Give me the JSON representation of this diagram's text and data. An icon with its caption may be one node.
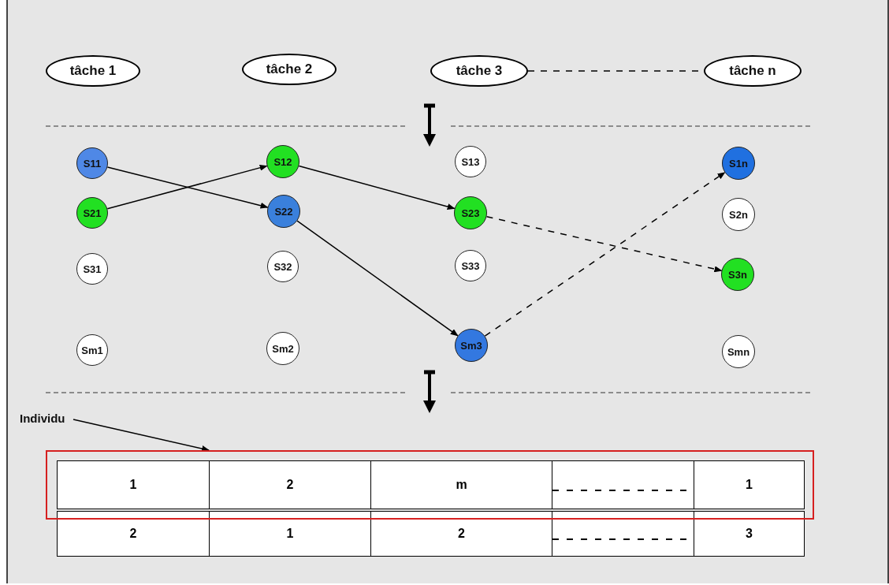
{
  "diagram": {
    "nodes": [
      {
        "text": [
          "tâche 1"
        ]
      },
      {
        "text": [
          "tâche 2"
        ]
      },
      {
        "text": [
          "tâche 3"
        ]
      },
      {
        "text": [
          "tâche n"
        ]
      },
      {
        "text": [
          "S11"
        ]
      },
      {
        "text": [
          "S12"
        ]
      },
      {
        "text": [
          "S13"
        ]
      },
      {
        "text": [
          "S1n"
        ]
      },
      {
        "text": [
          "S21"
        ]
      },
      {
        "text": [
          "S22"
        ]
      },
      {
        "text": [
          "S23"
        ]
      },
      {
        "text": [
          "S2n"
        ]
      },
      {
        "text": [
          "S31"
        ]
      },
      {
        "text": [
          "S32"
        ]
      },
      {
        "text": [
          "S33"
        ]
      },
      {
        "text": [
          "S3n"
        ]
      },
      {
        "text": [
          "Sm1"
        ]
      },
      {
        "text": [
          "Sm2"
        ]
      },
      {
        "text": [
          "Sm3"
        ]
      },
      {
        "text": [
          "Smn"
        ]
      },
      {
        "text": [
          "Individu"
        ]
      },
      {
        "text": [],
        "shape": "box"
      }
    ],
    "edges": [
      {
        "from": 2,
        "to": 3,
        "arrow": "none",
        "style": "dashed"
      },
      {
        "from": 4,
        "to": 9,
        "arrow": "to"
      },
      {
        "from": 8,
        "to": 5,
        "arrow": "to"
      },
      {
        "from": 5,
        "to": 10,
        "arrow": "to"
      },
      {
        "from": 9,
        "to": 18,
        "arrow": "to"
      },
      {
        "from": 10,
        "to": 15,
        "arrow": "to",
        "style": "dashed"
      },
      {
        "from": 18,
        "to": 7,
        "arrow": "to",
        "style": "dashed"
      },
      {
        "from": 20,
        "to": 21,
        "arrow": "to"
      }
    ],
    "labels": [
      "1",
      "2",
      "m",
      "1",
      "2",
      "1",
      "2",
      "3"
    ]
  }
}
